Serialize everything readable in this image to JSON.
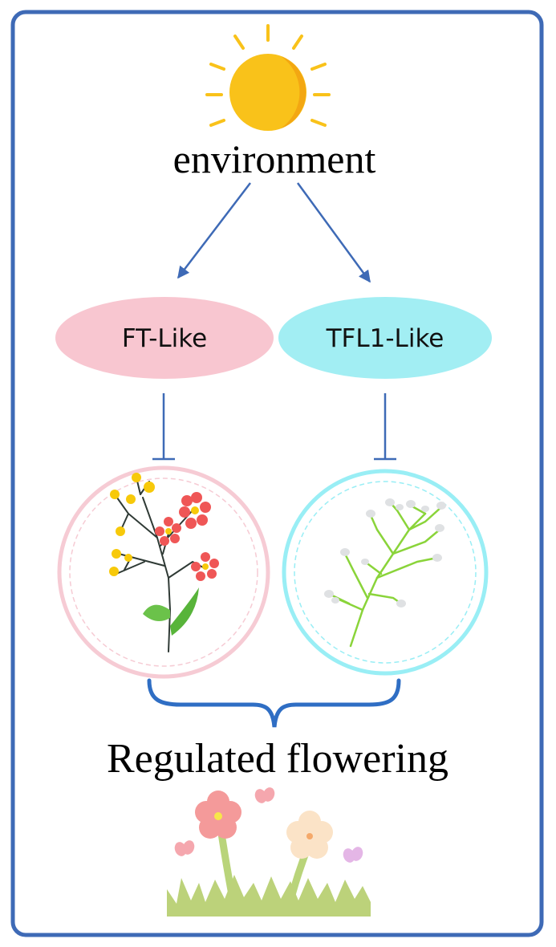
{
  "diagram": {
    "top_label": "environment",
    "left_node": {
      "label": "FT-Like",
      "color": "#f8c6d0"
    },
    "right_node": {
      "label": "TFL1-Like",
      "color": "#a2eef3"
    },
    "bottom_label": "Regulated flowering"
  },
  "colors": {
    "frame": "#3e6ab6",
    "arrows": "#3e6ab6",
    "brace": "#2f6ec4",
    "sun": "#f9c21a",
    "sun_rays": "#f9c21a",
    "left_circle": "#f6cbd4",
    "right_circle": "#99eef5",
    "stem_left": "#2f3a35",
    "stem_right": "#8ad43a",
    "grass": "#bcd27a"
  },
  "icons": [
    "sun-icon",
    "flowering-branch-icon",
    "non-flowering-branch-icon",
    "flower-garden-icon"
  ]
}
